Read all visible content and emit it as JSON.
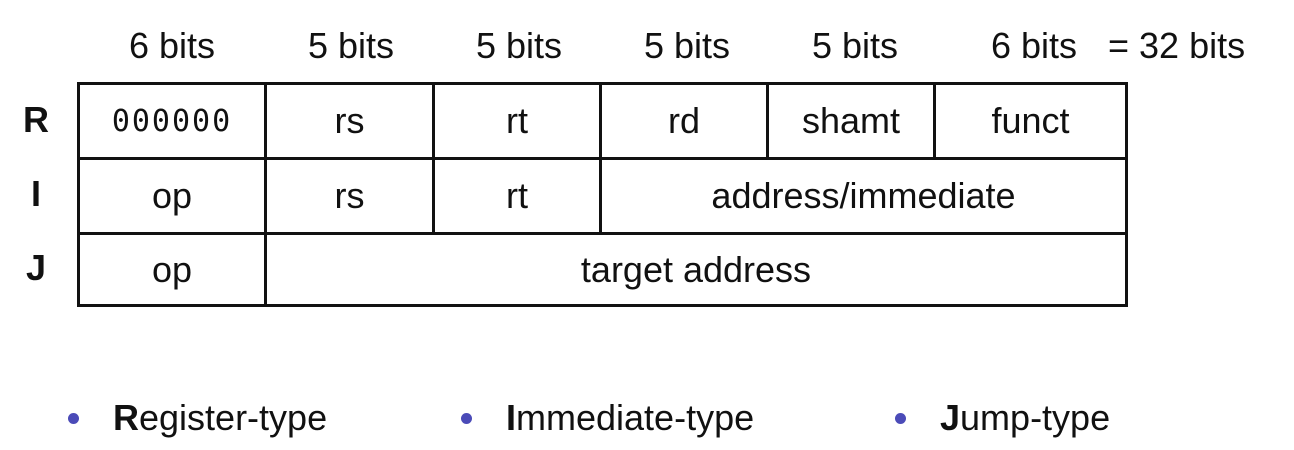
{
  "bit_widths": [
    "6 bits",
    "5 bits",
    "5 bits",
    "5 bits",
    "5 bits",
    "6 bits"
  ],
  "total_label": "= 32 bits",
  "formats": [
    {
      "label": "R",
      "fields": [
        "000000",
        "rs",
        "rt",
        "rd",
        "shamt",
        "funct"
      ]
    },
    {
      "label": "I",
      "fields": [
        "op",
        "rs",
        "rt",
        "address/immediate"
      ]
    },
    {
      "label": "J",
      "fields": [
        "op",
        "target address"
      ]
    }
  ],
  "legend": [
    {
      "initial": "R",
      "rest": "egister-type"
    },
    {
      "initial": "I",
      "rest": "mmediate-type"
    },
    {
      "initial": "J",
      "rest": "ump-type"
    }
  ],
  "colors": {
    "bullet": "#4b4bb8",
    "border": "#111111"
  }
}
